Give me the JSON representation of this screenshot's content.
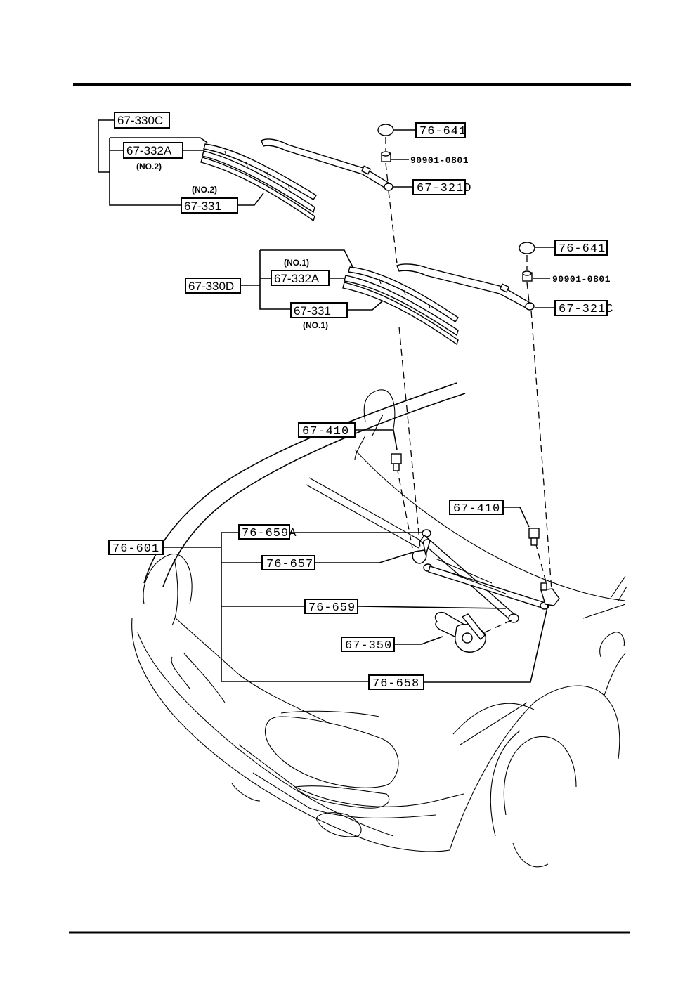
{
  "diagram": {
    "title": "Windshield wiper assembly parts diagram",
    "callouts": {
      "blade_set_no2": "67-330C",
      "blade_no2": "67-332A",
      "blade_no2_note": "(NO.2)",
      "rubber_no2": "67-331",
      "rubber_no2_note": "(NO.2)",
      "cap_driver": "76-641",
      "nut_driver": "90901-0801",
      "arm_driver": "67-321D",
      "blade_set_no1": "67-330D",
      "blade_no1_note": "(NO.1)",
      "blade_no1": "67-332A",
      "rubber_no1": "67-331",
      "rubber_no1_note": "(NO.1)",
      "cap_passenger": "76-641",
      "nut_passenger": "90901-0801",
      "arm_passenger": "67-321C",
      "bolt_left": "67-410",
      "bolt_right": "67-410",
      "linkage_assy": "76-601",
      "link_a": "76-659A",
      "pivot": "76-657",
      "link": "76-659",
      "motor": "67-350",
      "pivot_b": "76-658"
    }
  }
}
